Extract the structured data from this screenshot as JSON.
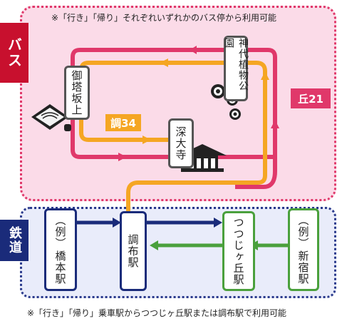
{
  "notes": {
    "bus": "※「行き」「帰り」それぞれいずれかのバス停から利用可能",
    "rail": "※「行き」「帰り」乗車駅からつつじヶ丘駅または調布駅で利用可能"
  },
  "regions": {
    "bus": "バス",
    "rail": "鉄道"
  },
  "routes": {
    "orange": "調34",
    "pink": "丘21"
  },
  "stops": {
    "tougezaka": "御塔坂上",
    "shokubutsu": "神代植物公園",
    "jindaiji": "深大寺"
  },
  "stations": {
    "hashimoto_ex": "（例）",
    "hashimoto": "橋本駅",
    "chofu": "調布駅",
    "tsutsujigaoka": "つつじヶ丘駅",
    "shinjuku_ex": "（例）",
    "shinjuku": "新宿駅"
  },
  "colors": {
    "pink_route": "#e0386a",
    "orange_route": "#f5a623",
    "rail_blue": "#1a2b7a",
    "rail_green": "#4aa03c"
  }
}
